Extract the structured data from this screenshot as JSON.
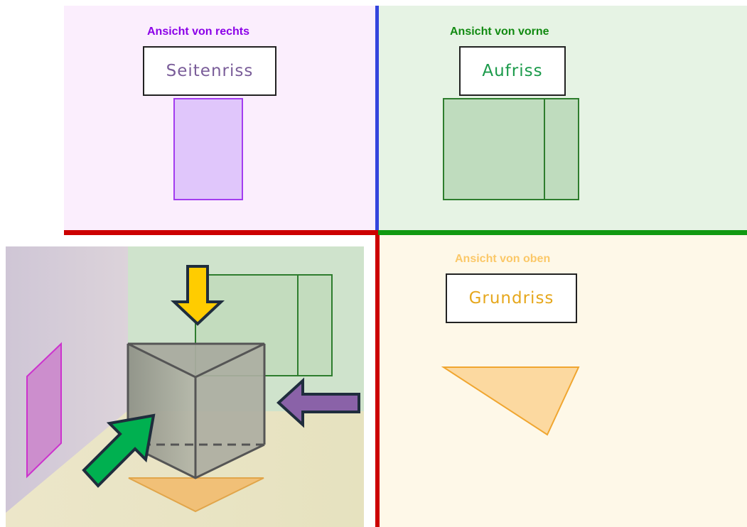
{
  "views": {
    "right": {
      "heading": "Ansicht von rechts",
      "label": "Seitenriss"
    },
    "front": {
      "heading": "Ansicht von vorne",
      "label": "Aufriss"
    },
    "top": {
      "heading": "Ansicht von oben",
      "label": "Grundriss"
    }
  },
  "colors": {
    "right_bg": "#fbeefd",
    "right_accent": "#8b00e8",
    "right_fill": "#e0c6fb",
    "right_stroke": "#a33cf0",
    "front_bg": "#e6f3e4",
    "front_accent": "#118a11",
    "front_fill": "#bfdcbe",
    "front_stroke": "#2e7d2e",
    "top_bg": "#fef8e8",
    "top_accent": "#fbc868",
    "top_fill": "#fcd9a0",
    "top_stroke": "#f0a630",
    "axis_red": "#cc0000",
    "axis_blue": "#3344dd",
    "axis_green": "#119911",
    "arrow_yellow": "#ffcc00",
    "arrow_purple": "#8a62a8",
    "arrow_green": "#00b050",
    "arrow_outline": "#1f2d3d"
  }
}
